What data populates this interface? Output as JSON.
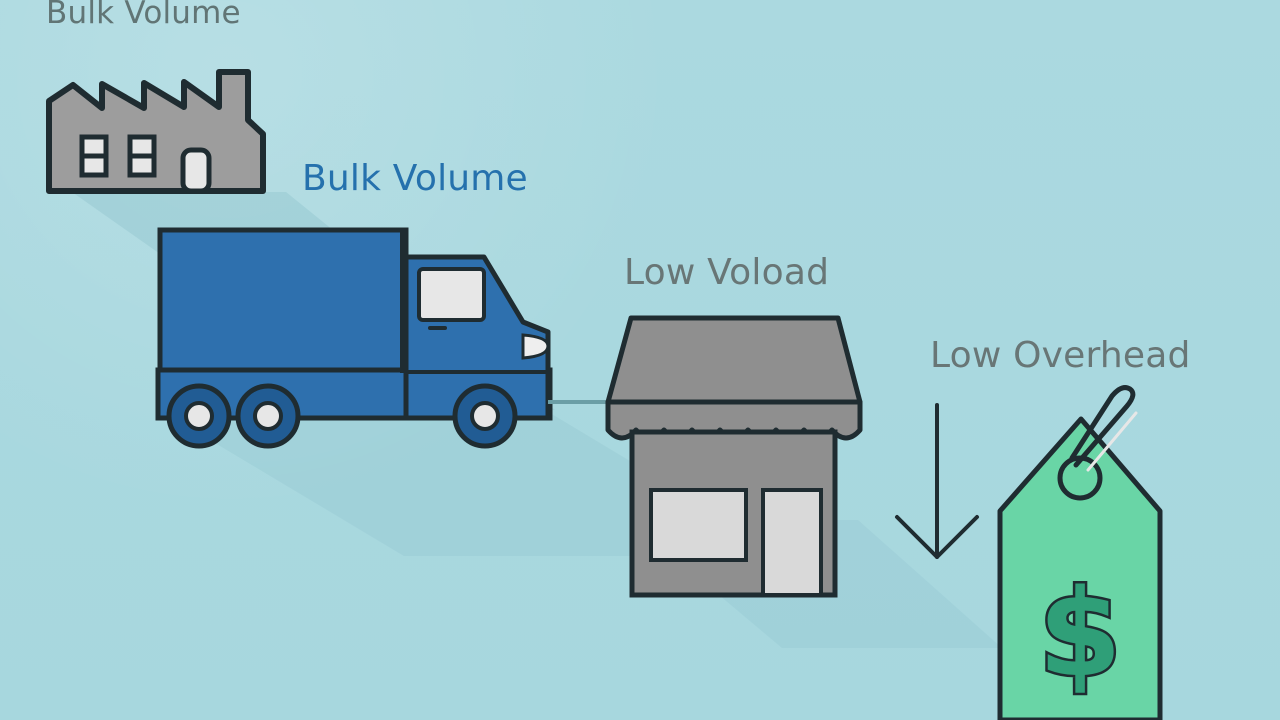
{
  "labels": {
    "top": "Bulk Volume",
    "bulk": "Bulk Volume",
    "low_load": "Low Voload",
    "overhead": "Low Overhead",
    "currency": "$"
  },
  "colors": {
    "background": "#a8d8df",
    "shadow": "#97c9d2",
    "outline": "#1f2c31",
    "factory_fill": "#9d9d9d",
    "truck_fill": "#2e70ae",
    "truck_dark": "#215c94",
    "window_fill": "#e7e7e7",
    "store_fill": "#8f8f8f",
    "store_panel": "#d9d9d9",
    "tag_fill": "#69d5a6",
    "tag_dark": "#2f9f78"
  },
  "icons": [
    "factory-icon",
    "truck-icon",
    "store-icon",
    "down-arrow-icon",
    "price-tag-icon"
  ]
}
